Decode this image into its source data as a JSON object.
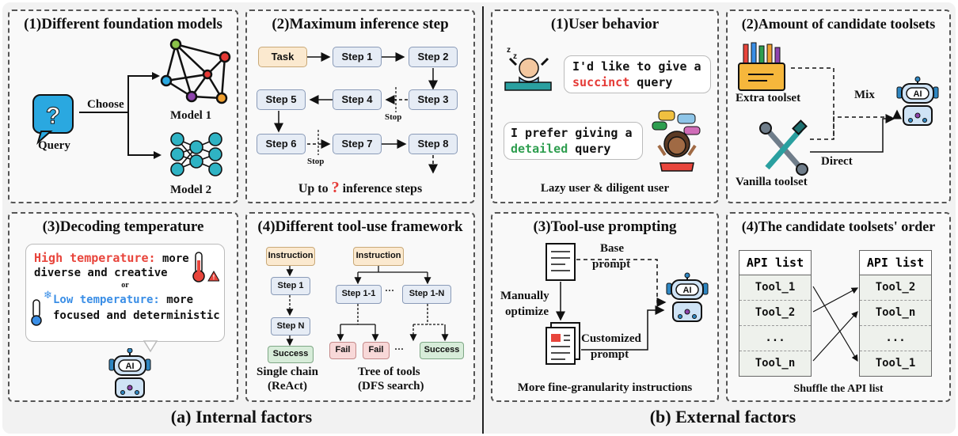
{
  "internal": {
    "footer": "(a) Internal factors",
    "p1": {
      "title": "(1)Different foundation models",
      "query_label": "Query",
      "choose_label": "Choose",
      "model1_label": "Model 1",
      "model2_label": "Model 2"
    },
    "p2": {
      "title": "(2)Maximum inference step",
      "task": "Task",
      "steps": [
        "Step 1",
        "Step 2",
        "Step 3",
        "Step 4",
        "Step 5",
        "Step 6",
        "Step 7",
        "Step 8"
      ],
      "stop": "Stop",
      "caption_pre": "Up to",
      "caption_mark": "?",
      "caption_post": "inference steps"
    },
    "p3": {
      "title": "(3)Decoding temperature",
      "high_label": "High temperature:",
      "high_text1": " more",
      "high_text2": "diverse and creative",
      "or_text": "or",
      "low_label": "Low temperature:",
      "low_text1": " more",
      "low_text2": "focused and deterministic",
      "ai_label": "AI",
      "colors": {
        "high": "#e8453c",
        "low": "#3a8ee6"
      }
    },
    "p4": {
      "title": "(4)Different tool-use framework",
      "instruction": "Instruction",
      "step1": "Step 1",
      "dots": "⋮",
      "stepN": "Step N",
      "success": "Success",
      "step11": "Step 1-1",
      "step1N": "Step 1-N",
      "hdots": "···",
      "fail": "Fail",
      "single_chain": "Single chain",
      "react": "(ReAct)",
      "tree": "Tree of tools",
      "dfs": "(DFS search)"
    }
  },
  "external": {
    "footer": "(b) External factors",
    "p1": {
      "title": "(1)User behavior",
      "bubble1_pre": "I'd like to give a",
      "bubble1_key": "succinct",
      "bubble1_post": " query",
      "bubble2_pre": "I prefer giving a",
      "bubble2_key": "detailed",
      "bubble2_post": " query",
      "zz": "z z",
      "caption": "Lazy user & diligent user",
      "colors": {
        "succinct": "#e53935",
        "detailed": "#2e9e4f"
      }
    },
    "p2": {
      "title": "(2)Amount of candidate toolsets",
      "extra": "Extra toolset",
      "vanilla": "Vanilla toolset",
      "mix": "Mix",
      "direct": "Direct",
      "ai_label": "AI"
    },
    "p3": {
      "title": "(3)Tool-use prompting",
      "base1": "Base",
      "base2": "prompt",
      "manual1": "Manually",
      "manual2": "optimize",
      "custom1": "Customized",
      "custom2": "prompt",
      "caption": "More fine-granularity instructions",
      "ai_label": "AI"
    },
    "p4": {
      "title": "(4)The candidate toolsets' order",
      "header": "API list",
      "left": [
        "Tool_1",
        "Tool_2",
        "...",
        "Tool_n"
      ],
      "right": [
        "Tool_2",
        "Tool_n",
        "...",
        "Tool_1"
      ],
      "caption": "Shuffle the API list"
    }
  }
}
